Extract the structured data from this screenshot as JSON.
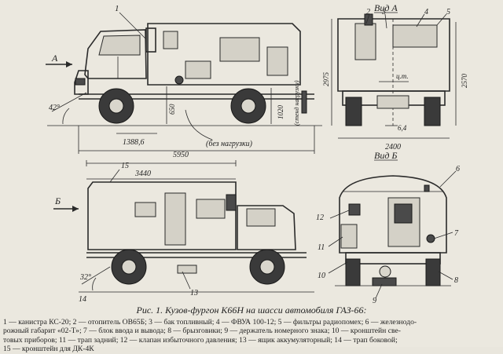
{
  "view_labels": {
    "view_a": "Вид А",
    "view_b": "Вид Б"
  },
  "arrows": {
    "a": "А",
    "b": "Б"
  },
  "callouts": [
    "1",
    "2",
    "3",
    "4",
    "5",
    "6",
    "7",
    "8",
    "9",
    "10",
    "11",
    "12",
    "13",
    "14",
    "15"
  ],
  "dimensions": {
    "angle_top": "42°",
    "angle_bottom": "32°",
    "d1388": "1388,6",
    "d5950": "5950",
    "d650": "650",
    "d1020": "1020",
    "d1020_note": "(стенд нагрузки)",
    "no_load": "(без нагрузки)",
    "d2975": "2975",
    "d2570": "2570",
    "d2400": "2400",
    "d6_4": "6,4",
    "cg": "ц.т.",
    "d3440": "3440"
  },
  "caption": {
    "title": "Рис. 1. Кузов-фургон К66Н на шасси автомобиля ГАЗ-66:",
    "legend_lines": [
      "1 — канистра КС-20; 2 — отопитель ОВ65Б; 3 — бак топливный; 4 — ФВУА 100-12; 5 — фильтры радиопомех; 6 — железнодо-",
      "рожный габарит «02-Т»; 7 — блок ввода и вывода; 8 — брызговики; 9 — держатель номерного знака; 10 — кронштейн све-",
      "товых приборов; 11 — трап задний; 12 — клапан избыточного давления; 13 — ящик аккумуляторный; 14 — трап боковой;",
      "15 — кронштейн для ДК-4К"
    ]
  }
}
